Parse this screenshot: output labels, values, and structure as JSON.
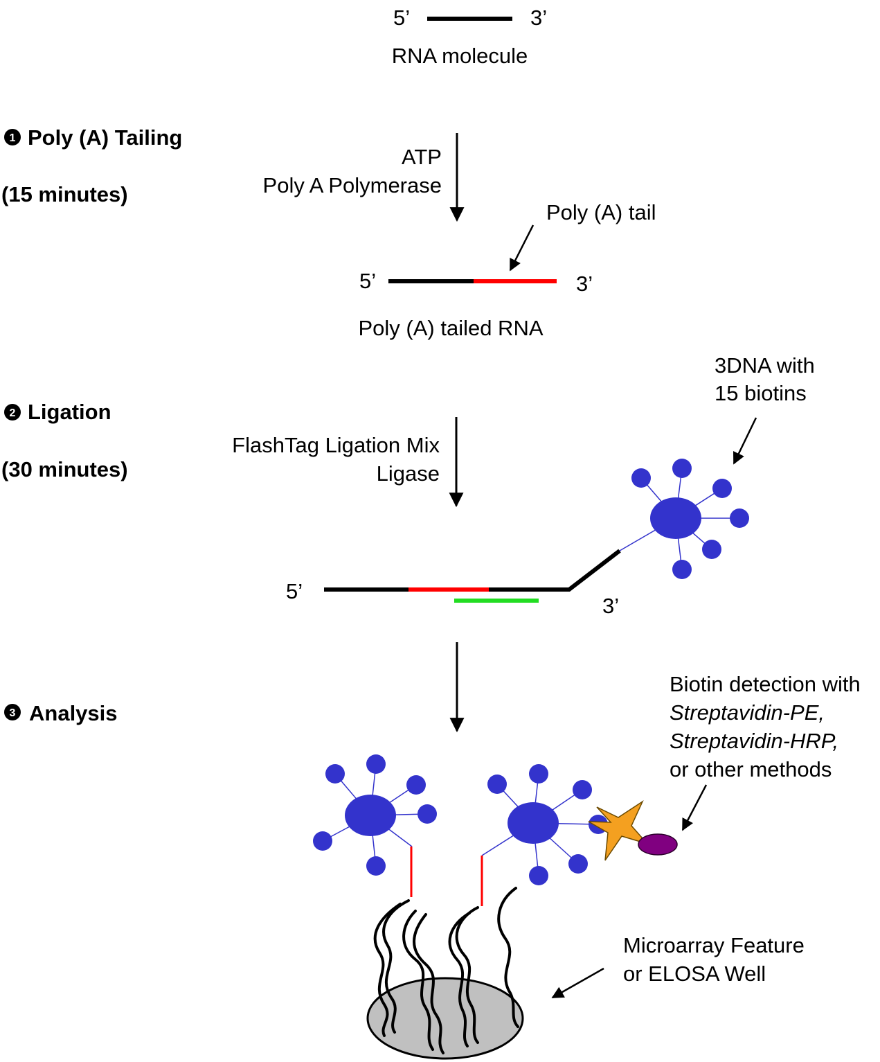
{
  "rna": {
    "five_prime": "5’",
    "three_prime": "3’",
    "caption": "RNA molecule"
  },
  "steps": [
    {
      "num": "1",
      "title": "Poly (A) Tailing",
      "time": "(15 minutes)"
    },
    {
      "num": "2",
      "title": "Ligation",
      "time": "(30 minutes)"
    },
    {
      "num": "3",
      "title": "Analysis"
    }
  ],
  "tailing": {
    "reagent1": "ATP",
    "reagent2": "Poly A Polymerase",
    "tail_label": "Poly (A) tail",
    "caption": "Poly (A) tailed RNA",
    "five_prime": "5’",
    "three_prime": "3’"
  },
  "ligation": {
    "reagent1": "FlashTag Ligation Mix",
    "reagent2": "Ligase",
    "dna_label_line1": "3DNA with",
    "dna_label_line2": "15 biotins",
    "five_prime": "5’",
    "three_prime": "3’"
  },
  "analysis": {
    "detection_line1": "Biotin detection with",
    "detection_line2": "Streptavidin-PE,",
    "detection_line3": "Streptavidin-HRP,",
    "detection_line4": "or other methods",
    "feature_line1": "Microarray Feature",
    "feature_line2": "or ELOSA Well"
  },
  "colors": {
    "rna": "#000000",
    "poly_a_tail": "#ff0000",
    "capture_probe": "#22dd22",
    "biotin": "#3333cc",
    "streptavidin": "#f4a020",
    "detection_molecule": "#800080",
    "well": "#c0c0c0"
  }
}
